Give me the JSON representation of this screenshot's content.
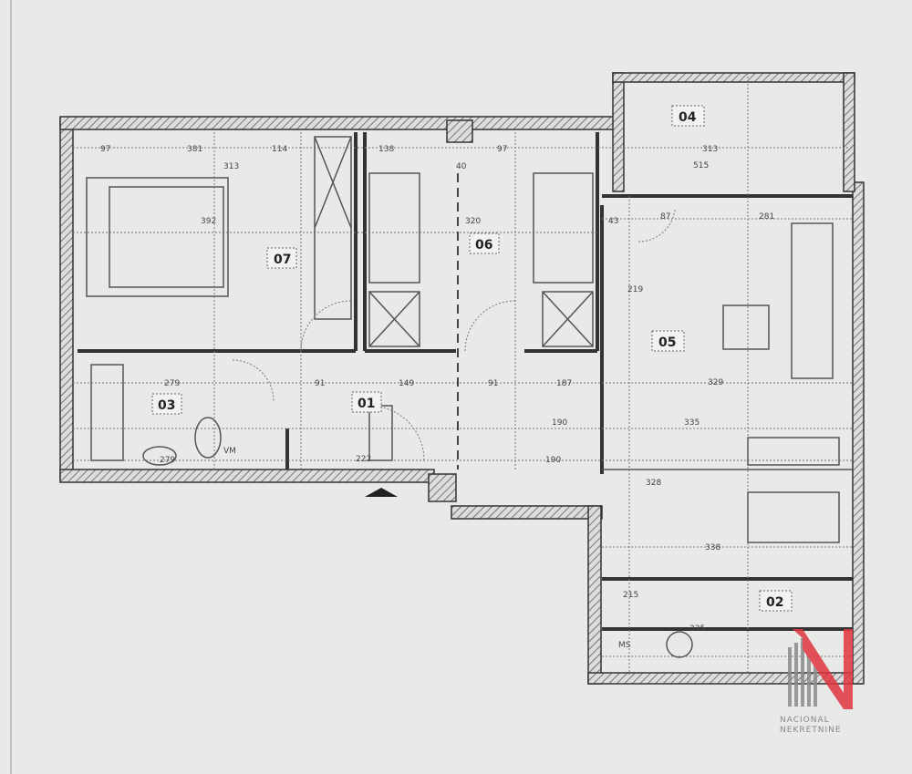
{
  "plan": {
    "rooms": [
      {
        "id": "07"
      },
      {
        "id": "06"
      },
      {
        "id": "04"
      },
      {
        "id": "05"
      },
      {
        "id": "03"
      },
      {
        "id": "01"
      },
      {
        "id": "02"
      }
    ],
    "fixtures": {
      "washing_machine": "VM",
      "dishwasher": "MS"
    },
    "dimensions": [
      "97",
      "381",
      "313",
      "114",
      "138",
      "40",
      "97",
      "392",
      "320",
      "279",
      "91",
      "149",
      "91",
      "187",
      "190",
      "222",
      "190",
      "279",
      "313",
      "515",
      "43",
      "87",
      "281",
      "219",
      "329",
      "335",
      "328",
      "338",
      "215",
      "335"
    ]
  },
  "watermark": {
    "line1": "NACIONAL",
    "line2": "NEKRETNINE",
    "accent_color": "#e0353f"
  },
  "colors": {
    "paper": "#e9e9e7",
    "walls": "#333333"
  }
}
